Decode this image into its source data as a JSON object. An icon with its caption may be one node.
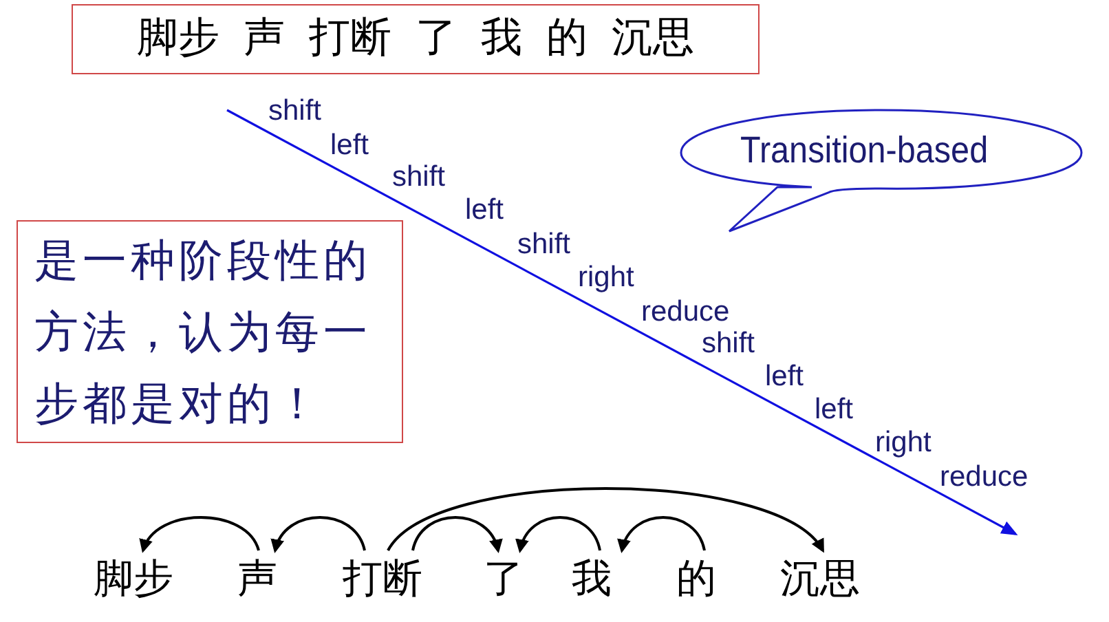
{
  "diagram": {
    "nodes": [
      {
        "text": [
          "脚步 声 打断 了 我 的 沉思"
        ]
      },
      {
        "text": [
          "Transition-based"
        ]
      },
      {
        "text": [
          "是一种阶段性的方法，认为每一步都是对的！"
        ]
      },
      {
        "text": [
          "脚步"
        ]
      },
      {
        "text": [
          "声"
        ]
      },
      {
        "text": [
          "打断"
        ]
      },
      {
        "text": [
          "了"
        ]
      },
      {
        "text": [
          "我"
        ]
      },
      {
        "text": [
          "的"
        ]
      },
      {
        "text": [
          "沉思"
        ]
      }
    ],
    "edges": [
      {
        "from": 4,
        "to": 3,
        "arrow": "to"
      },
      {
        "from": 5,
        "to": 4,
        "arrow": "to"
      },
      {
        "from": 5,
        "to": 9,
        "arrow": "to"
      },
      {
        "from": 5,
        "to": 6,
        "arrow": "to"
      },
      {
        "from": 7,
        "to": 6,
        "arrow": "to"
      },
      {
        "from": 8,
        "to": 7,
        "arrow": "to"
      }
    ],
    "labels": [
      "shift",
      "left",
      "shift",
      "left",
      "shift",
      "right",
      "reduce",
      "shift",
      "left",
      "left",
      "right",
      "reduce"
    ]
  }
}
